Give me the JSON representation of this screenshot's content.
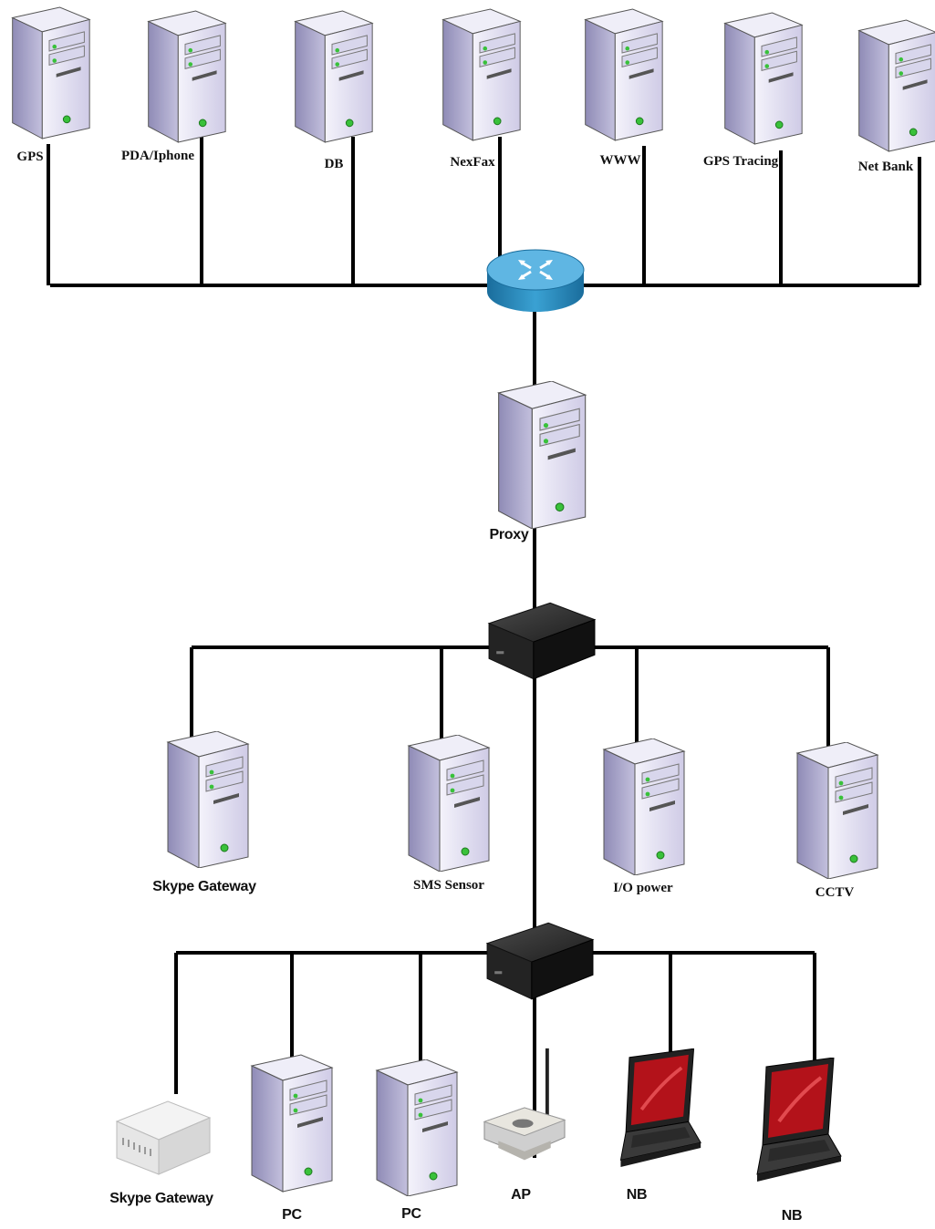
{
  "top_servers": [
    "GPS",
    "PDA/Iphone",
    "DB",
    "NexFax",
    "WWW",
    "GPS Tracing",
    "Net Bank"
  ],
  "proxy": {
    "label": "Proxy"
  },
  "mid_servers": [
    "Skype Gateway",
    "SMS Sensor",
    "I/O power",
    "CCTV"
  ],
  "bottom_devices": [
    {
      "label": "Skype Gateway",
      "type": "modem"
    },
    {
      "label": "PC",
      "type": "server"
    },
    {
      "label": "PC",
      "type": "server"
    },
    {
      "label": "AP",
      "type": "access-point"
    },
    {
      "label": "NB",
      "type": "laptop"
    },
    {
      "label": "NB",
      "type": "laptop"
    }
  ],
  "icons": {
    "server": "server-tower-icon",
    "router": "router-icon",
    "switch": "switch-icon",
    "modem": "modem-icon",
    "access_point": "wireless-access-point-icon",
    "laptop": "laptop-icon"
  },
  "colors": {
    "server_face": "#e4e2f3",
    "server_side": "#a9a6c9",
    "router": "#2f8fc0",
    "switch": "#2b2b2b",
    "laptop_screen": "#c0141b",
    "wire": "#000000"
  }
}
